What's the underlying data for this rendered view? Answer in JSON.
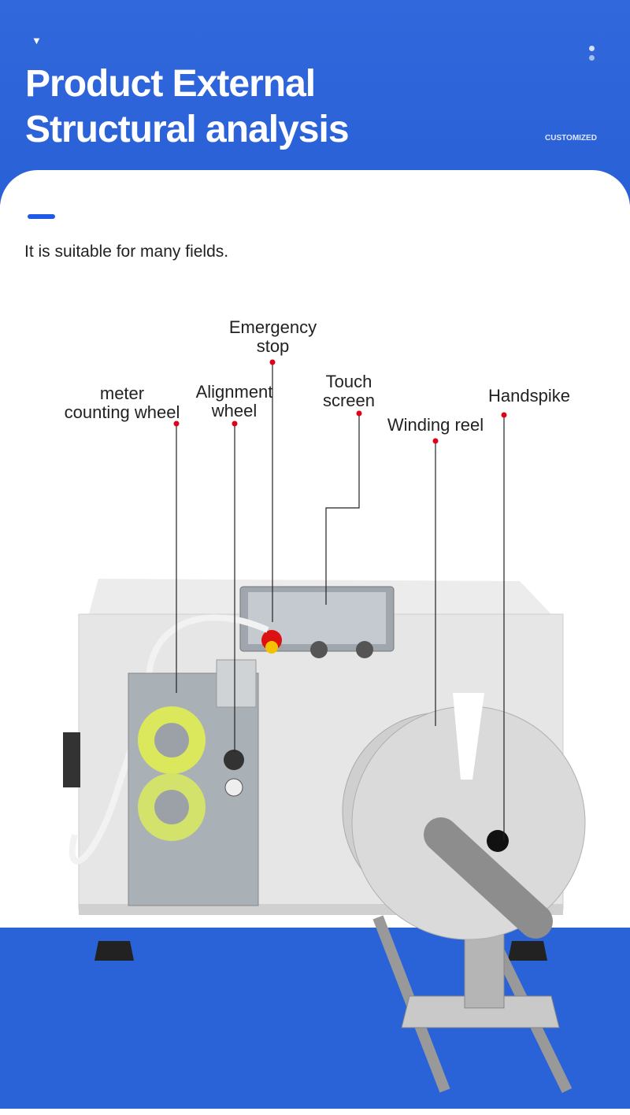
{
  "header": {
    "title_line1": "Product External",
    "title_line2": "Structural analysis",
    "tag": "CUSTOMIZED",
    "marker_icon": "triangle-down"
  },
  "intro": {
    "text": "It is suitable for many fields."
  },
  "colors": {
    "brand_blue": "#2a62d8",
    "accent": "#1f5ae6",
    "pointer": "#e0001a"
  },
  "callouts": [
    {
      "line1": "meter",
      "line2": "counting wheel"
    },
    {
      "line1": "Alignment",
      "line2": "wheel"
    },
    {
      "line1": "Emergency",
      "line2": "stop"
    },
    {
      "line1": "Touch",
      "line2": "screen"
    },
    {
      "line1": "Winding reel"
    },
    {
      "line1": "Handspike"
    }
  ]
}
